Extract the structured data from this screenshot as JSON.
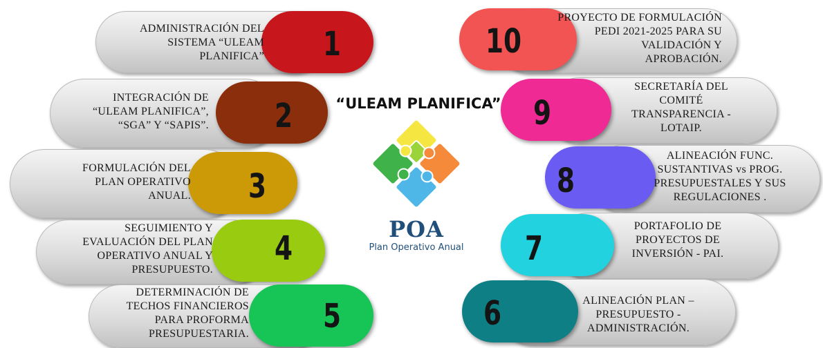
{
  "title": "“ULEAM PLANIFICA”",
  "logo": {
    "brand": "POA",
    "subtitle": "Plan Operativo Anual"
  },
  "left_items": [
    {
      "number": "1",
      "color": "#c8161d",
      "lines": [
        "ADMINISTRACIÓN DEL",
        "SISTEMA “ULEAM",
        "PLANIFICA”"
      ]
    },
    {
      "number": "2",
      "color": "#8b2e0c",
      "lines": [
        "INTEGRACIÓN DE",
        "“ULEAM PLANIFICA”,",
        "“SGA” Y “SAPIS”."
      ]
    },
    {
      "number": "3",
      "color": "#cc9a06",
      "lines": [
        "FORMULACIÓN DEL",
        "PLAN OPERATIVO",
        "ANUAL."
      ]
    },
    {
      "number": "4",
      "color": "#99cc11",
      "lines": [
        "SEGUIMIENTO Y",
        "EVALUACIÓN DEL PLAN",
        "OPERATIVO ANUAL Y",
        "PRESUPUESTO."
      ]
    },
    {
      "number": "5",
      "color": "#17c456",
      "lines": [
        "DETERMINACIÓN DE",
        "TECHOS FINANCIEROS",
        "PARA PROFORMA",
        "PRESUPUESTARIA."
      ]
    }
  ],
  "right_items": [
    {
      "number": "10",
      "color": "#f25353",
      "lines": [
        "PROYECTO DE FORMULACIÓN",
        "PEDI 2021-2025  PARA SU",
        "VALIDACIÓN Y",
        "APROBACIÓN."
      ]
    },
    {
      "number": "9",
      "color": "#f02a94",
      "lines": [
        "SECRETARÍA DEL",
        "COMITÉ",
        "TRANSPARENCIA -",
        "LOTAIP."
      ]
    },
    {
      "number": "8",
      "color": "#6a5cf2",
      "lines": [
        "ALINEACIÓN FUNC.",
        "SUSTANTIVAS vs PROG.",
        "PRESUPUESTALES Y SUS",
        "REGULACIONES  ."
      ]
    },
    {
      "number": "7",
      "color": "#22d2de",
      "lines": [
        "PORTAFOLIO DE",
        "PROYECTOS DE",
        "INVERSIÓN - PAI."
      ]
    },
    {
      "number": "6",
      "color": "#0f7f86",
      "lines": [
        "ALINEACIÓN PLAN –",
        "PRESUPUESTO -",
        "ADMINISTRACIÓN."
      ]
    }
  ],
  "puzzle_colors": [
    "#f5e642",
    "#9ad43a",
    "#f58a3a",
    "#3fb24a",
    "#4fb6e8"
  ]
}
